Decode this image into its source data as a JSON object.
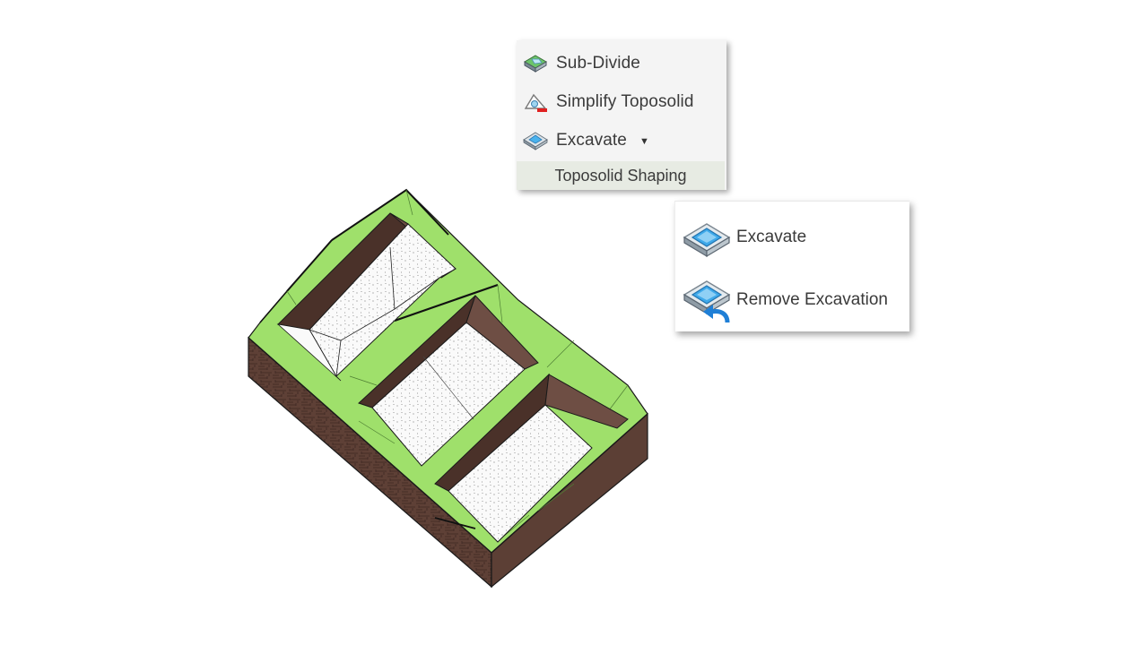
{
  "ribbon": {
    "buttons": [
      {
        "id": "subdivide",
        "label": "Sub-Divide",
        "icon": "subdivide-icon"
      },
      {
        "id": "simplify",
        "label": "Simplify Toposolid",
        "icon": "simplify-toposolid-icon"
      },
      {
        "id": "excavate",
        "label": "Excavate",
        "icon": "excavate-icon",
        "has_dropdown": true
      }
    ],
    "panel_title": "Toposolid Shaping"
  },
  "dropdown": {
    "items": [
      {
        "id": "excavate",
        "label": "Excavate",
        "icon": "excavate-icon"
      },
      {
        "id": "remove",
        "label": "Remove Excavation",
        "icon": "remove-excavation-icon"
      }
    ]
  },
  "colors": {
    "grass": "#9fe06b",
    "soil": "#5c3f35",
    "soil_dark": "#4a3129",
    "pit_floor": "#fafafa",
    "accent_blue": "#2f8fe0"
  }
}
